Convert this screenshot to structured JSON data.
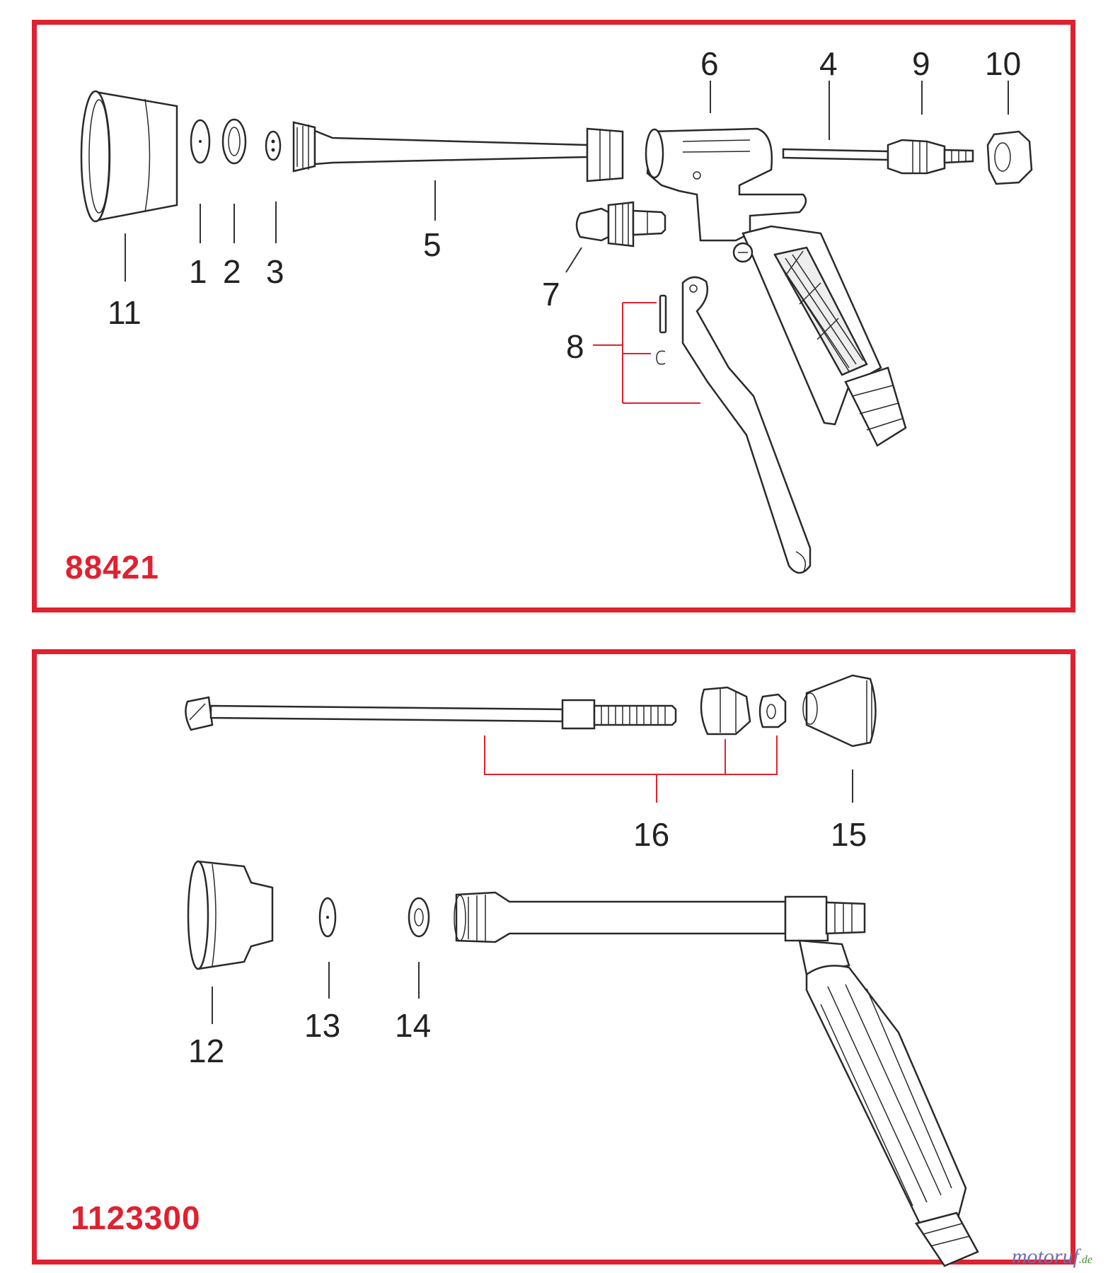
{
  "panels": [
    {
      "code": "88421",
      "labels": [
        "1",
        "2",
        "3",
        "4",
        "5",
        "6",
        "7",
        "8",
        "9",
        "10",
        "11"
      ]
    },
    {
      "code": "1123300",
      "labels": [
        "12",
        "13",
        "14",
        "15",
        "16"
      ]
    }
  ],
  "watermark": {
    "main": "motoruf",
    "suffix": ".de"
  },
  "colors": {
    "frame": "#e0212f",
    "ink": "#222222"
  }
}
